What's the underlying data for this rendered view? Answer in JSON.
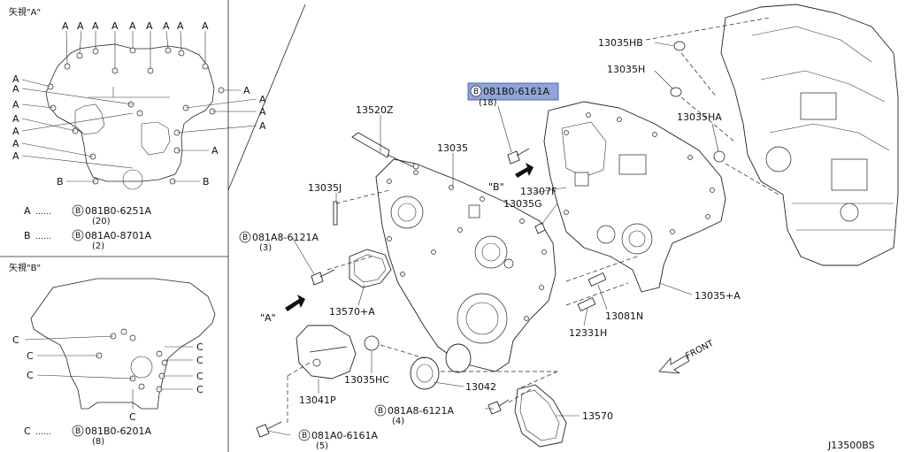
{
  "view_a": {
    "title": "矢視\"A\"",
    "callout_letter": "A",
    "bolt_letter": "B",
    "legend": [
      {
        "key": "A",
        "dots": "……",
        "part": "081B0-6251A",
        "qty": "(20)"
      },
      {
        "key": "B",
        "dots": "……",
        "part": "081A0-8701A",
        "qty": "(2)"
      }
    ]
  },
  "view_b": {
    "title": "矢視\"B\"",
    "callout_letter": "C",
    "legend": [
      {
        "key": "C",
        "dots": "……",
        "part": "081B0-6201A",
        "qty": "(8)"
      }
    ]
  },
  "bolt_symbol": "B",
  "labels": {
    "p13520Z": "13520Z",
    "p13035": "13035",
    "p13035J": "13035J",
    "p081A8_top": "081A8-6121A",
    "p081A8_top_qty": "(3)",
    "p13570A": "13570+A",
    "view_a_ref": "\"A\"",
    "view_b_ref": "\"B\"",
    "p081B0_6161A": "081B0-6161A",
    "p081B0_6161A_qty": "(18)",
    "p13307F": "13307F",
    "p13035G": "13035G",
    "p13035HB": "13035HB",
    "p13035H": "13035H",
    "p13035HA": "13035HA",
    "p13035A": "13035+A",
    "p13081N": "13081N",
    "p12331H": "12331H",
    "p13035HC": "13035HC",
    "p13041P": "13041P",
    "p13042": "13042",
    "p081A8_bot": "081A8-6121A",
    "p081A8_bot_qty": "(4)",
    "p13570": "13570",
    "p081A0_6161A": "081A0-6161A",
    "p081A0_6161A_qty": "(5)",
    "front": "FRONT",
    "diagram_code": "J13500BS"
  },
  "colors": {
    "highlight": "#8fa4d8",
    "line": "#222222"
  }
}
